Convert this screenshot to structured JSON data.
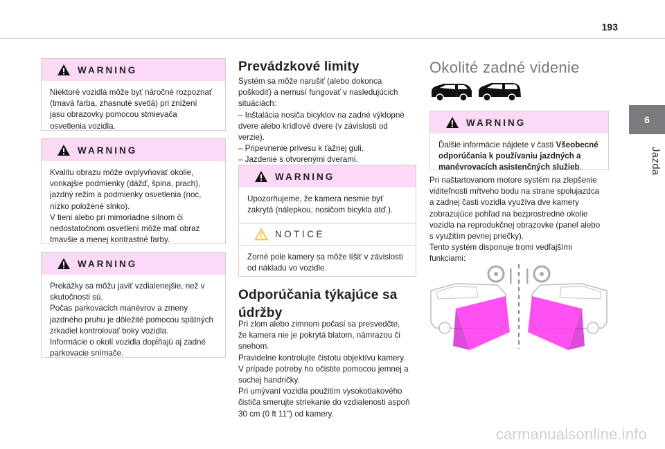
{
  "page": {
    "number": "193"
  },
  "side_tab": {
    "number": "6",
    "label": "Jazda"
  },
  "left_column": {
    "warnings": [
      {
        "title": "WARNING",
        "text": "Niektoré vozidlá môže byť náročné rozpoznať\n(tmavá farba, zhasnuté svetlá) pri znížení\njasu obrazovky pomocou stmievača\nosvetlenia vozidla."
      },
      {
        "title": "WARNING",
        "text": "Kvalitu obrazu môže ovplyvňovať okolie,\nvonkajšie podmienky (dážď, špina, prach),\njazdný režim a podmienky osvetlenia (noc,\nnízko položené slnko).\nV tieni alebo pri mimoriadne silnom či\nnedostatočnom osvetlení môže mať obraz\ntmavšie a menej kontrastné farby."
      },
      {
        "title": "WARNING",
        "text": "Prekážky sa môžu javiť vzdialenejšie, než v\nskutočnosti sú.\nPočas parkovacích manévrov a zmeny\njazdného pruhu je dôležité pomocou spätných\nzrkadiel kontrolovať boky vozidla.\nInformácie o okolí vozidla dopĺňajú aj zadné\nparkovacie snímače."
      }
    ]
  },
  "middle_column": {
    "limits_title": "Prevádzkové limity",
    "limits_text": "Systém sa môže narušiť (alebo dokonca\npoškodiť) a nemusí fungovať v nasledujúcich\nsituáciách:\n–  Inštalácia nosiča bicyklov na zadné výklopné\ndvere alebo krídlové dvere (v závislosti od\nverzie).\n–  Pripevnenie prívesu k ťažnej guli.\n–  Jazdenie s otvorenými dverami.",
    "warning": {
      "title": "WARNING",
      "text": "Upozorňujeme, že kamera nesmie byť\nzakrytá (nálepkou, nosičom bicykla atď.)."
    },
    "notice": {
      "title": "NOTICE",
      "text": "Zorné pole kamery sa môže líšiť v závislosti\nod nákladu vo vozidle."
    },
    "maintenance_title_line1": "Odporúčania týkajúce sa",
    "maintenance_title_line2": "údržby",
    "maintenance_text": "Pri zlom alebo zimnom počasí sa presvedčte,\nže kamera nie je pokrytá blatom, námrazou či\nsnehom.\nPravidelne kontrolujte čistotu objektívu kamery.\nV prípade potreby ho očistite pomocou jemnej a\nsuchej handričky.\nPri umývaní vozidla použitím vysokotlakového\nčističa smerujte striekanie do vzdialenosti aspoň\n30 cm (0 ft 11\") od kamery."
  },
  "right_column": {
    "title": "Okolité zadné videnie",
    "warning": {
      "title": "WARNING",
      "text_prefix": "Ďalšie informácie nájdete v časti ",
      "text_bold": "Všeobecné\nodporúčania k používaniu jazdných a\nmanévrovacích asistenčných služieb",
      "text_suffix": "."
    },
    "body_text": "Pri naštartovanom motore systém na zlepšenie\nviditeľnosti mŕtveho bodu na strane spolujazdca\na zadnej časti vozidla využíva dve kamery\nzobrazujúce pohľad na bezprostredné okolie\nvozidla na reprodukčnej obrazovke (panel alebo\ns využitím pevnej priečky).\nTento systém disponuje tromi vedľajšími\nfunkciami:"
  },
  "footer": {
    "watermark": "carmanualsonline.info"
  },
  "colors": {
    "warning_bg": "#fbd9f7",
    "magenta": "#ff33ee",
    "tab_gray": "#7b7b7f",
    "notice_yellow": "#f5b800"
  }
}
